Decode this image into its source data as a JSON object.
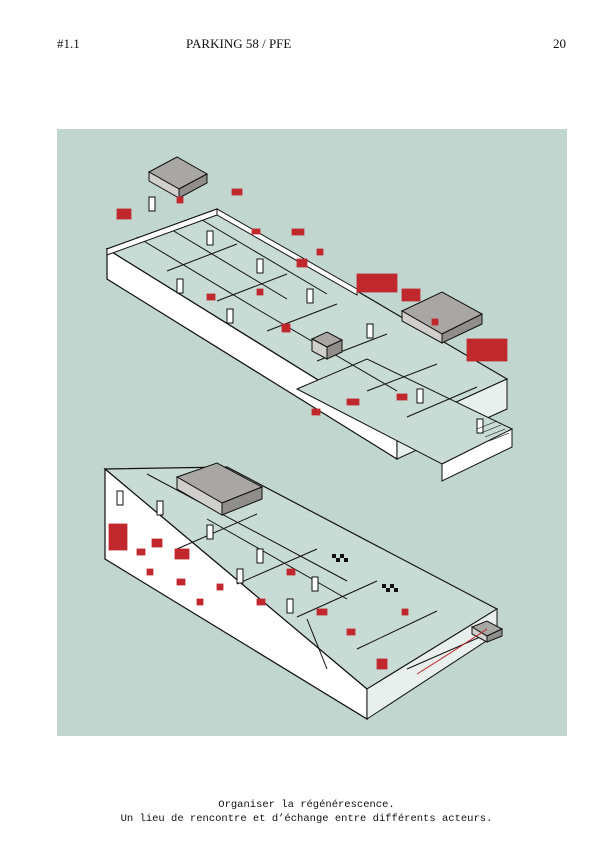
{
  "header": {
    "section": "#1.1",
    "title": "PARKING 58 / PFE",
    "page_number": "20"
  },
  "illustration": {
    "background_color": "#c2d6d0",
    "accent_color": "#c0282d",
    "roof_color": "#a8a7a4"
  },
  "caption": {
    "line1": "Organiser la régénérescence.",
    "line2": "Un lieu de rencontre et d’échange entre différents acteurs."
  }
}
